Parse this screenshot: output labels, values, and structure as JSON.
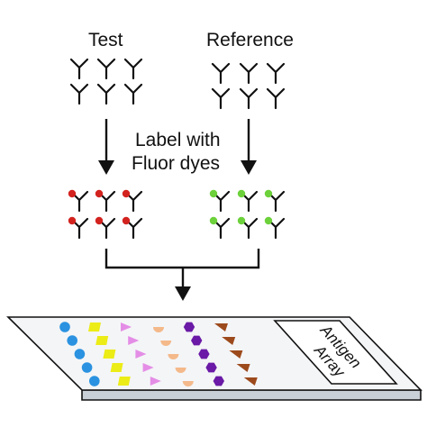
{
  "labels": {
    "test": "Test",
    "reference": "Reference",
    "step_line1": "Label with",
    "step_line2": "Fluor dyes",
    "array_line1": "Antigen",
    "array_line2": "Array"
  },
  "colors": {
    "test_dye": "#d3231f",
    "reference_dye": "#6cd13a",
    "slide_top": "#f4f5f7",
    "slide_edge": "#c9cfd6",
    "spot_circle": "#2a92e0",
    "spot_parallelogram": "#ecec17",
    "spot_triangle": "#e48de6",
    "spot_half_disc": "#f4b98a",
    "spot_hexagon": "#6a1aa6",
    "spot_wedge": "#9c4a1c"
  },
  "icons": {
    "antibody": "y-shaped-antibody-icon",
    "dye": "dye-dot-icon"
  }
}
